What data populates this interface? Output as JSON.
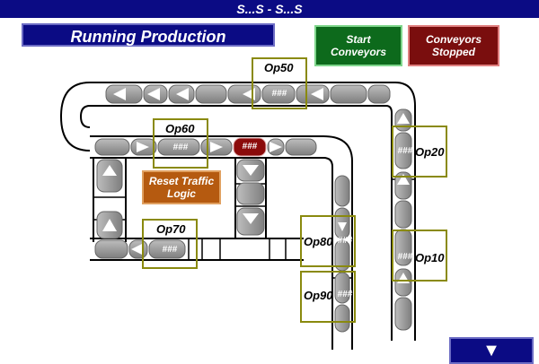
{
  "header": {
    "title": "S...S - S...S"
  },
  "screen": {
    "title": "Running Production"
  },
  "controls": {
    "start_label": "Start\nConveyors",
    "status_label": "Conveyors\nStopped",
    "reset_label": "Reset Traffic\nLogic",
    "nav_icon": "down-arrow-icon",
    "nav_symbol": "▼"
  },
  "stations": [
    {
      "name": "Op50",
      "pallet": "###"
    },
    {
      "name": "Op60",
      "pallet": "###"
    },
    {
      "name": "Op70",
      "pallet": "###"
    },
    {
      "name": "Op20",
      "pallet": "###"
    },
    {
      "name": "Op10",
      "pallet": "###"
    },
    {
      "name": "Op80",
      "pallet": "###"
    },
    {
      "name": "Op90",
      "pallet": "###"
    }
  ],
  "alarm_pallet": {
    "text": "###",
    "color": "#8b0b0b"
  },
  "colors": {
    "header": "#0b0b84",
    "start": "#0d6a1c",
    "stopped": "#7a0e0e",
    "reset": "#b55a10",
    "station_border": "#8a8a0e",
    "conveyor": "#9a9a9a"
  }
}
